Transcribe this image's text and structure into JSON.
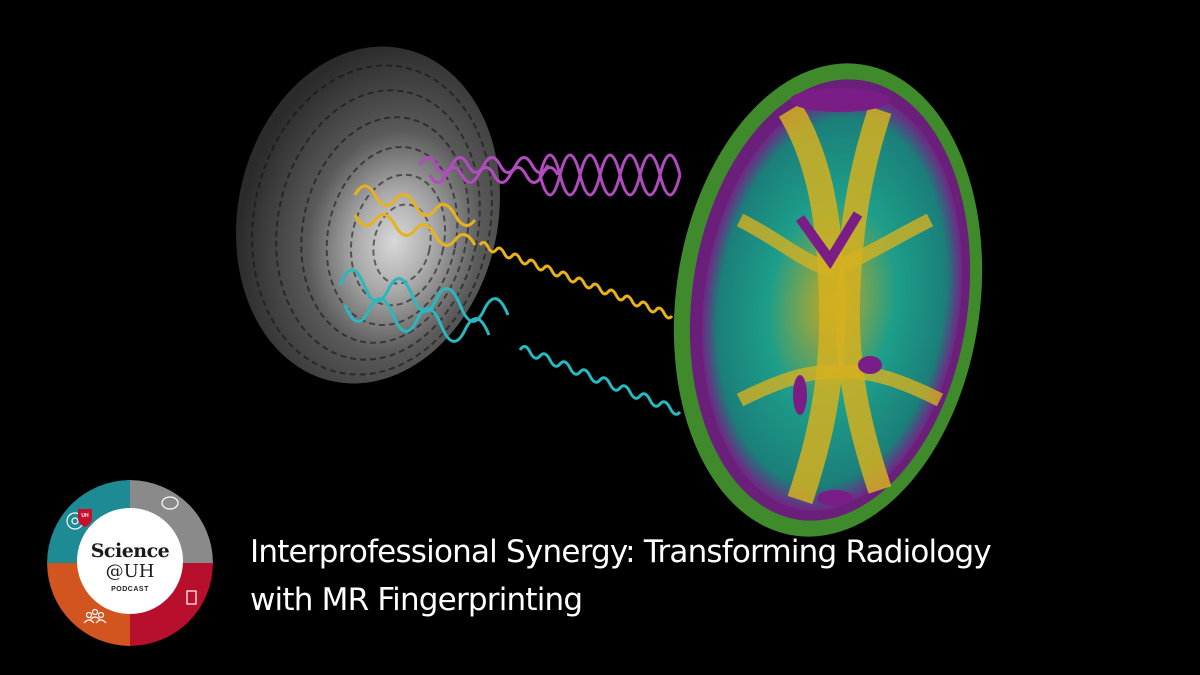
{
  "episode": {
    "title_line1": "Interprofessional Synergy: Transforming Radiology",
    "title_line2": "with MR Fingerprinting"
  },
  "logo": {
    "name": "Science",
    "handle": "@UH",
    "label": "PODCAST",
    "shield_text": "UH",
    "ring_colors": {
      "teal": "#1e8a94",
      "gray": "#8a8a8a",
      "red": "#b8102c",
      "orange": "#d2541e"
    },
    "icons": [
      "network-icon",
      "brain-icon",
      "clipboard-icon",
      "people-icon"
    ]
  },
  "artwork": {
    "description": "MR fingerprint disc with three signal helices connecting to a color-mapped axial brain scan",
    "helix_colors": {
      "magenta": "#b24bbf",
      "yellow": "#e8b21c",
      "cyan": "#2ab8c0"
    },
    "brain_colors": {
      "outer": "#3f8a2a",
      "yellow": "#c8a81e",
      "teal": "#1d9e8a",
      "purple": "#7a1d86"
    }
  }
}
